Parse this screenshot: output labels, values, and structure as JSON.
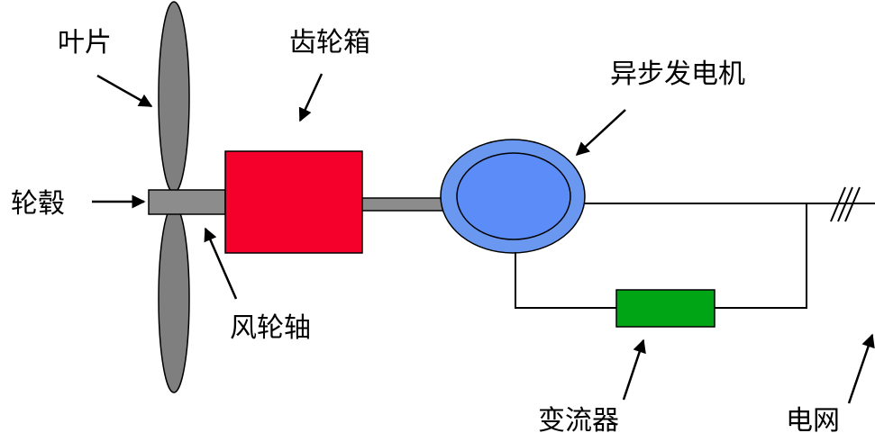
{
  "labels": {
    "blade": "叶片",
    "hub": "轮毂",
    "gearbox": "齿轮箱",
    "rotor_shaft": "风轮轴",
    "async_generator": "异步发电机",
    "converter": "变流器",
    "grid": "电网"
  },
  "colors": {
    "blade": "#7f7f7f",
    "shaft": "#8c8c8c",
    "gearbox": "#f5002a",
    "generator_outer": "#6a98f0",
    "generator_inner": "#5b8cf7",
    "converter": "#00a516",
    "line": "#000000"
  }
}
